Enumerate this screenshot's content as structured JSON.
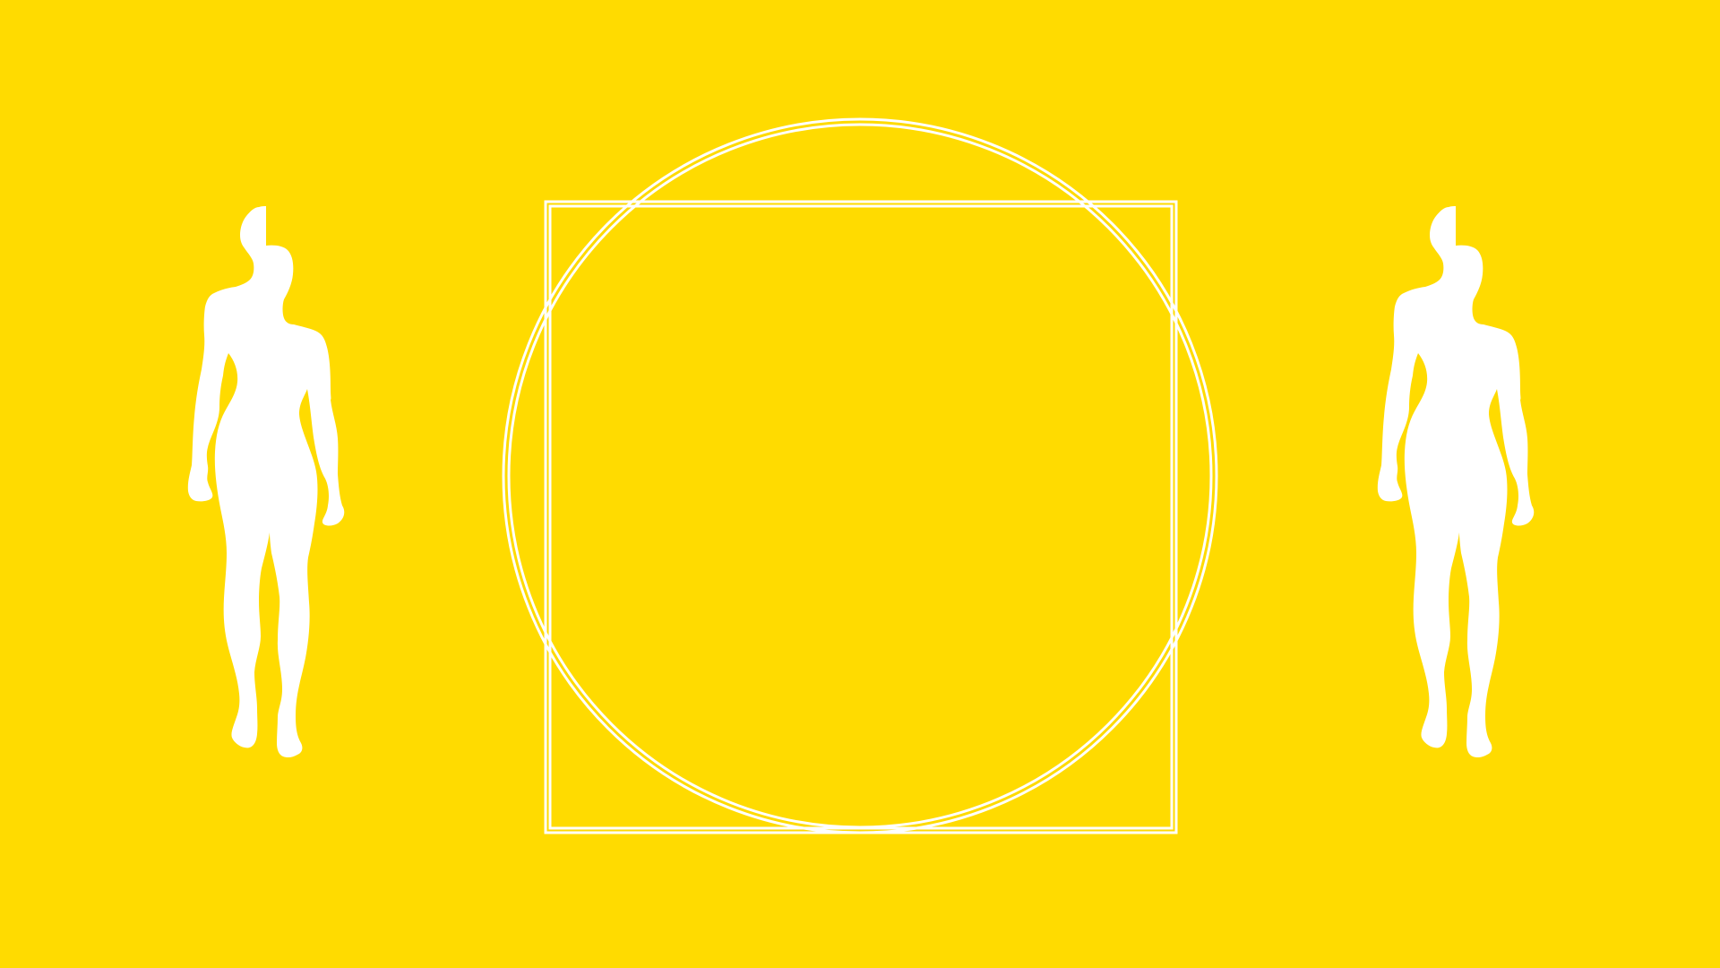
{
  "colors": {
    "background": "#FFDB00",
    "line": "#FFFFFF",
    "figure": "#FFFFFF"
  },
  "elements": {
    "left_figure": "female-silhouette",
    "right_figure": "female-silhouette",
    "center_shapes": [
      "circle-outline",
      "square-outline"
    ]
  }
}
